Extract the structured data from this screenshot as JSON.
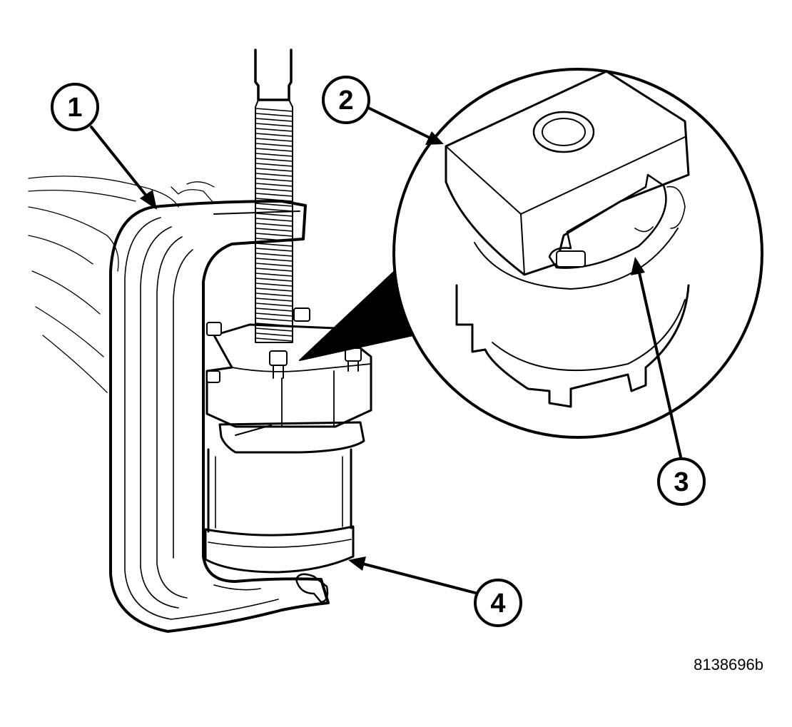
{
  "figure": {
    "id_text": "8138696b",
    "colors": {
      "ink": "#000000",
      "paper": "#ffffff"
    }
  },
  "callouts": [
    {
      "number": "1",
      "target": "c-clamp-frame"
    },
    {
      "number": "2",
      "target": "receiver-cup"
    },
    {
      "number": "3",
      "target": "spacer-notch"
    },
    {
      "number": "4",
      "target": "bushing-driver-cup"
    }
  ]
}
